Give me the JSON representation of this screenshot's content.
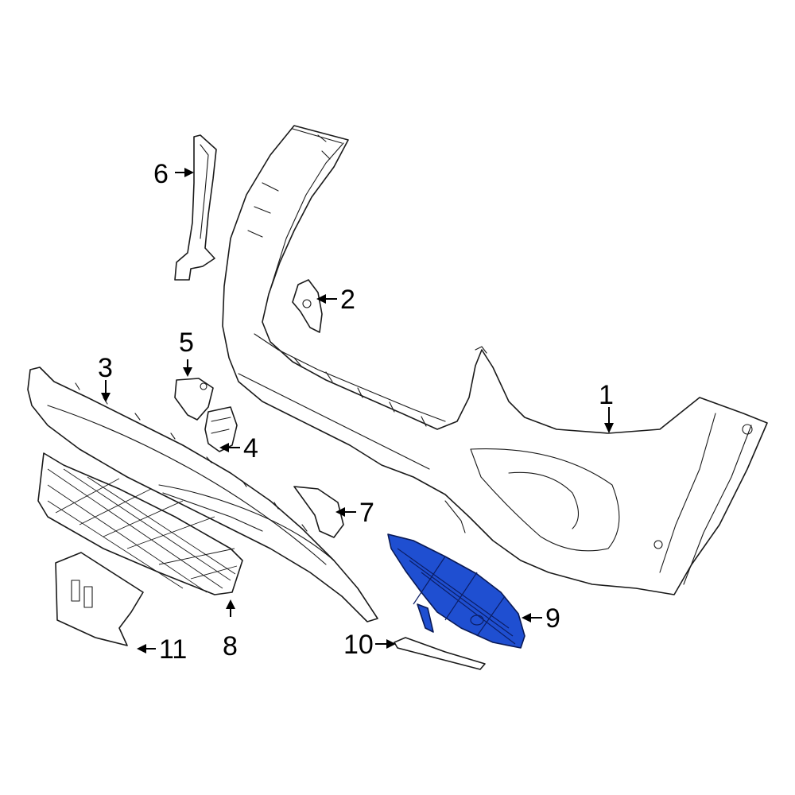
{
  "callouts": [
    {
      "id": "1",
      "label": "1"
    },
    {
      "id": "2",
      "label": "2"
    },
    {
      "id": "3",
      "label": "3"
    },
    {
      "id": "4",
      "label": "4"
    },
    {
      "id": "5",
      "label": "5"
    },
    {
      "id": "6",
      "label": "6"
    },
    {
      "id": "7",
      "label": "7"
    },
    {
      "id": "8",
      "label": "8"
    },
    {
      "id": "9",
      "label": "9"
    },
    {
      "id": "10",
      "label": "10"
    },
    {
      "id": "11",
      "label": "11"
    }
  ],
  "highlight_color": "#1f4fd1",
  "highlighted_part": "9"
}
